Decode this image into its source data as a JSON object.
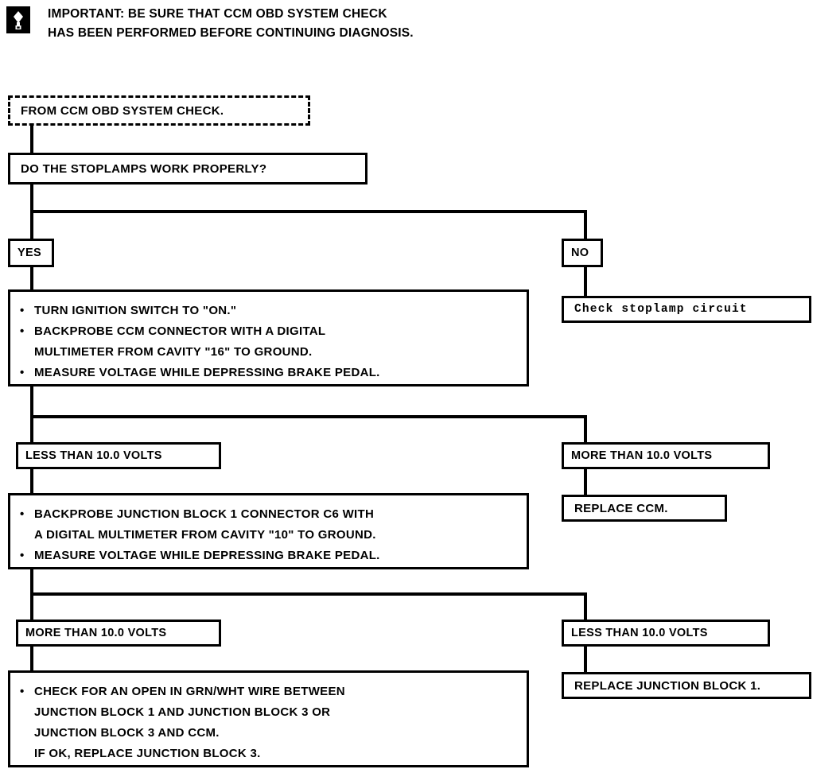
{
  "note": {
    "icon": "warning-bulb-icon",
    "line1": "IMPORTANT: BE SURE THAT CCM OBD SYSTEM CHECK",
    "line2": "HAS BEEN PERFORMED BEFORE CONTINUING DIAGNOSIS."
  },
  "nodes": {
    "start": "FROM CCM OBD SYSTEM CHECK.",
    "question": "DO THE STOPLAMPS WORK PROPERLY?",
    "yes": "YES",
    "no": "NO",
    "check_stoplamp": "Check stoplamp circuit",
    "step1": {
      "bullets": [
        "TURN IGNITION SWITCH TO \"ON.\"",
        "BACKPROBE CCM CONNECTOR WITH A DIGITAL\nMULTIMETER FROM CAVITY \"16\" TO GROUND.",
        "MEASURE VOLTAGE WHILE DEPRESSING BRAKE PEDAL."
      ]
    },
    "branch1_left": "LESS THAN 10.0 VOLTS",
    "branch1_right": "MORE THAN 10.0 VOLTS",
    "replace_ccm": "REPLACE CCM.",
    "step2": {
      "bullets": [
        "BACKPROBE JUNCTION BLOCK 1 CONNECTOR C6 WITH\nA DIGITAL MULTIMETER FROM CAVITY \"10\" TO GROUND.",
        "MEASURE VOLTAGE WHILE DEPRESSING BRAKE PEDAL."
      ]
    },
    "branch2_left": "MORE THAN 10.0 VOLTS",
    "branch2_right": "LESS THAN 10.0 VOLTS",
    "replace_jb1": "REPLACE JUNCTION BLOCK 1.",
    "final": {
      "bullets": [
        "CHECK FOR AN OPEN IN GRN/WHT WIRE BETWEEN\nJUNCTION BLOCK 1 AND JUNCTION BLOCK 3 OR\nJUNCTION BLOCK 3 AND CCM.\nIF OK, REPLACE JUNCTION BLOCK 3."
      ]
    }
  },
  "colors": {
    "ink": "#000000",
    "paper": "#ffffff"
  }
}
